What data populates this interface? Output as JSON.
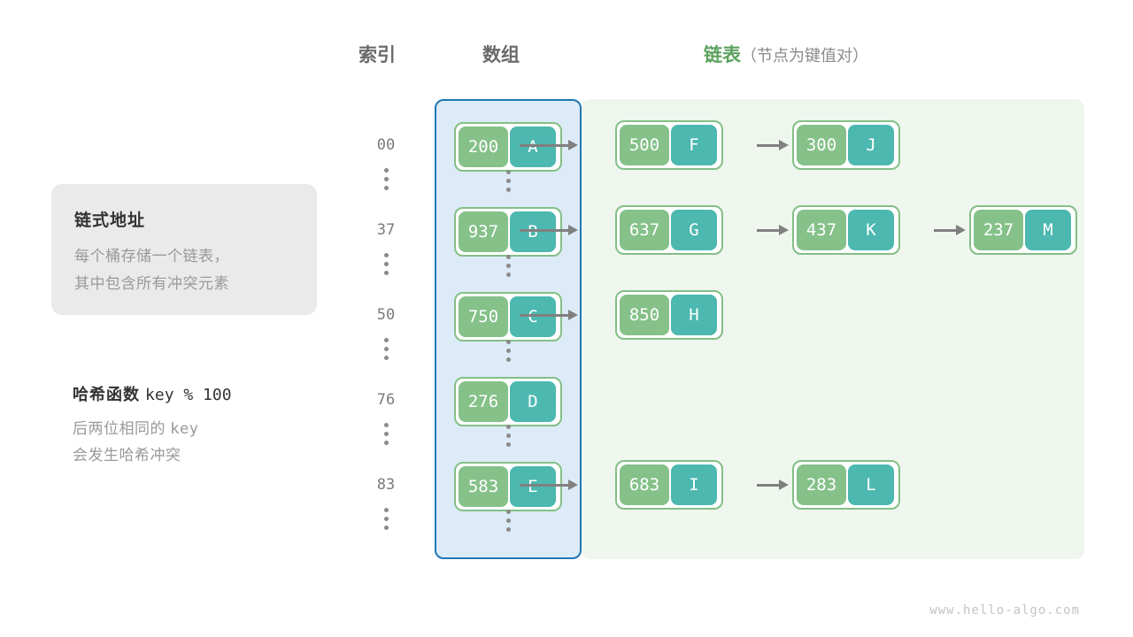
{
  "headers": {
    "index": "索引",
    "array": "数组",
    "list_accent": "链表",
    "list_sub": "（节点为键值对）"
  },
  "info_card": {
    "title": "链式地址",
    "line1": "每个桶存储一个链表，",
    "line2": "其中包含所有冲突元素"
  },
  "hash_note": {
    "title_label": "哈希函数",
    "title_expr": "key % 100",
    "line1_a": "后两位相同的",
    "line1_b": "key",
    "line2": "会发生哈希冲突"
  },
  "rows": [
    {
      "index": "00",
      "bucket": {
        "key": "200",
        "value": "A"
      },
      "chain": [
        {
          "key": "500",
          "value": "F"
        },
        {
          "key": "300",
          "value": "J"
        }
      ]
    },
    {
      "index": "37",
      "bucket": {
        "key": "937",
        "value": "B"
      },
      "chain": [
        {
          "key": "637",
          "value": "G"
        },
        {
          "key": "437",
          "value": "K"
        },
        {
          "key": "237",
          "value": "M"
        }
      ]
    },
    {
      "index": "50",
      "bucket": {
        "key": "750",
        "value": "C"
      },
      "chain": [
        {
          "key": "850",
          "value": "H"
        }
      ]
    },
    {
      "index": "76",
      "bucket": {
        "key": "276",
        "value": "D"
      },
      "chain": []
    },
    {
      "index": "83",
      "bucket": {
        "key": "583",
        "value": "E"
      },
      "chain": [
        {
          "key": "683",
          "value": "I"
        },
        {
          "key": "283",
          "value": "L"
        }
      ]
    }
  ],
  "ellipsis_count": 5,
  "watermark": "www.hello-algo.com",
  "colors": {
    "key_box": "#85c189",
    "value_box": "#4cb8b0",
    "node_border": "#84bf86",
    "array_bg": "#dcebf7",
    "array_border": "#2077b4",
    "list_bg": "#eef6ee",
    "accent_green": "#5ba25e",
    "arrow": "#808080",
    "index_text": "#7a7a7a"
  }
}
